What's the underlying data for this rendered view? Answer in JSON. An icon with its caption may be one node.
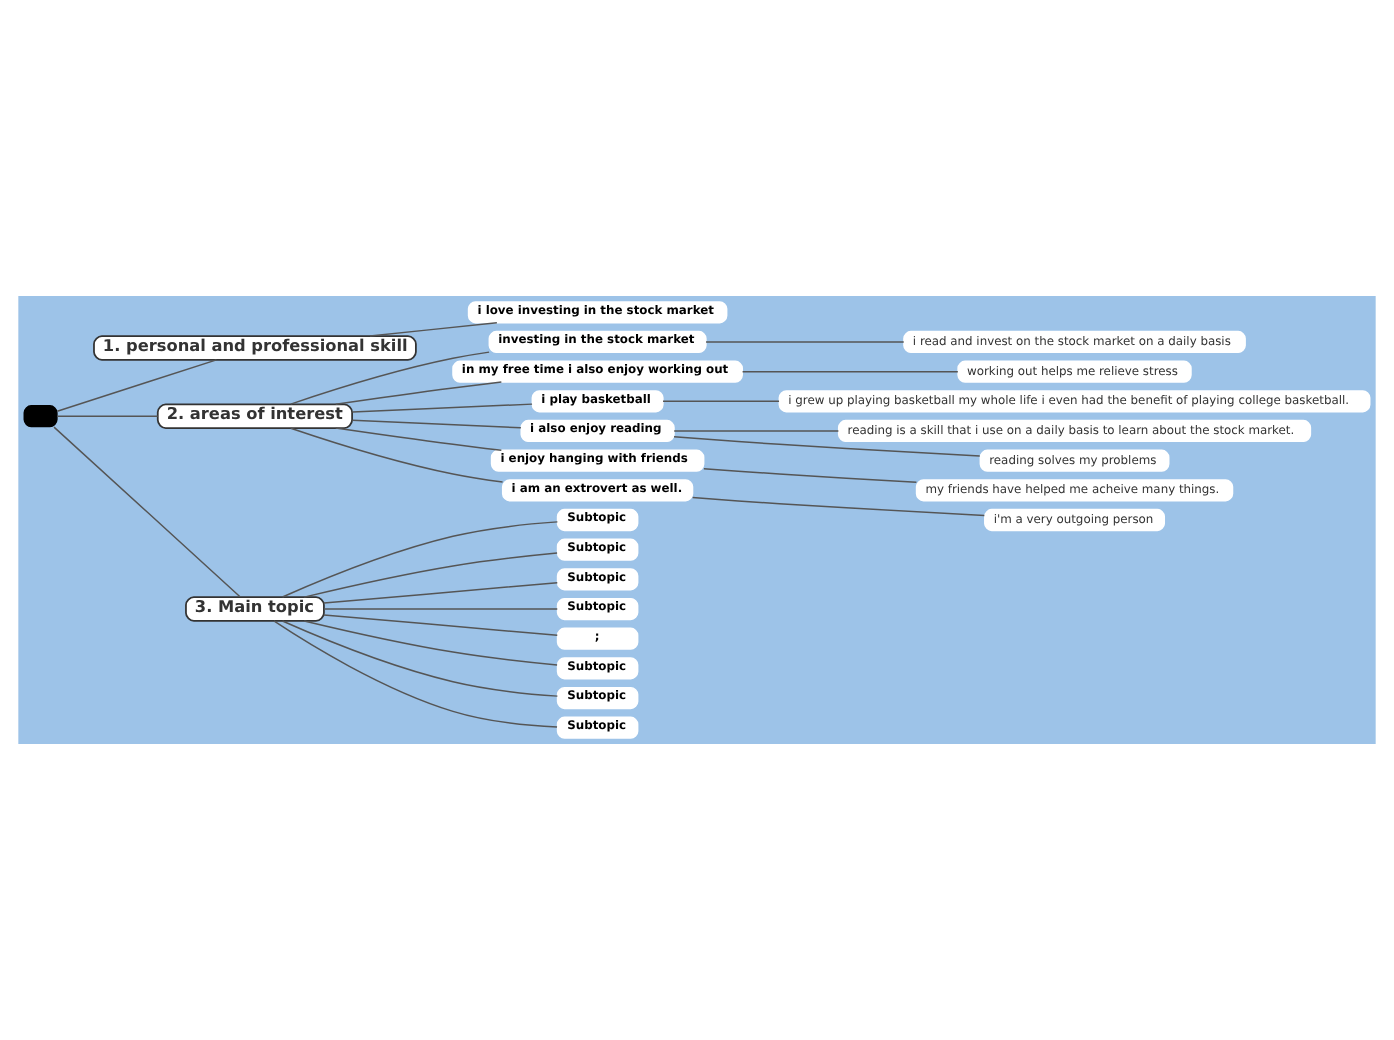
{
  "diagram": {
    "nodes": [
      {
        "text": [],
        "shape": "box"
      },
      {
        "text": [
          "1. personal and professional skill"
        ]
      },
      {
        "text": [
          "i love investing in the stock market"
        ]
      },
      {
        "text": [
          "2. areas of interest"
        ]
      },
      {
        "text": [
          "investing in the stock market"
        ]
      },
      {
        "text": [
          "i read and invest on the stock market on a daily basis"
        ]
      },
      {
        "text": [
          "in my free time i also enjoy working out"
        ]
      },
      {
        "text": [
          "working out helps me relieve stress"
        ]
      },
      {
        "text": [
          "i play basketball"
        ]
      },
      {
        "text": [
          "i grew up playing basketball my whole life i even had the benefit of playing college basketball."
        ]
      },
      {
        "text": [
          "i also enjoy reading"
        ]
      },
      {
        "text": [
          "reading is a skill that i use on a daily basis to learn about the stock market."
        ]
      },
      {
        "text": [
          "reading solves my problems"
        ]
      },
      {
        "text": [
          "i enjoy hanging with friends"
        ]
      },
      {
        "text": [
          "my friends have helped me acheive many things."
        ]
      },
      {
        "text": [
          "i am an extrovert as well."
        ]
      },
      {
        "text": [
          "i'm a very outgoing person"
        ]
      },
      {
        "text": [
          "3. Main topic"
        ]
      },
      {
        "text": [
          "Subtopic"
        ]
      },
      {
        "text": [
          "Subtopic"
        ]
      },
      {
        "text": [
          "Subtopic"
        ]
      },
      {
        "text": [
          "Subtopic"
        ]
      },
      {
        "text": [
          ";"
        ]
      },
      {
        "text": [
          "Subtopic"
        ]
      },
      {
        "text": [
          "Subtopic"
        ]
      },
      {
        "text": [
          "Subtopic"
        ]
      }
    ],
    "edges": [
      {
        "from": 0,
        "to": 1,
        "arrow": "none"
      },
      {
        "from": 1,
        "to": 2,
        "arrow": "none"
      },
      {
        "from": 0,
        "to": 3,
        "arrow": "none"
      },
      {
        "from": 3,
        "to": 4,
        "arrow": "none"
      },
      {
        "from": 4,
        "to": 5,
        "arrow": "none"
      },
      {
        "from": 3,
        "to": 6,
        "arrow": "none"
      },
      {
        "from": 6,
        "to": 7,
        "arrow": "none"
      },
      {
        "from": 3,
        "to": 8,
        "arrow": "none"
      },
      {
        "from": 8,
        "to": 9,
        "arrow": "none"
      },
      {
        "from": 3,
        "to": 10,
        "arrow": "none"
      },
      {
        "from": 10,
        "to": 11,
        "arrow": "none"
      },
      {
        "from": 10,
        "to": 12,
        "arrow": "none"
      },
      {
        "from": 3,
        "to": 13,
        "arrow": "none"
      },
      {
        "from": 13,
        "to": 14,
        "arrow": "none"
      },
      {
        "from": 3,
        "to": 15,
        "arrow": "none"
      },
      {
        "from": 15,
        "to": 16,
        "arrow": "none"
      },
      {
        "from": 0,
        "to": 17,
        "arrow": "none"
      },
      {
        "from": 17,
        "to": 18,
        "arrow": "none"
      },
      {
        "from": 17,
        "to": 19,
        "arrow": "none"
      },
      {
        "from": 17,
        "to": 20,
        "arrow": "none"
      },
      {
        "from": 17,
        "to": 21,
        "arrow": "none"
      },
      {
        "from": 17,
        "to": 22,
        "arrow": "none"
      },
      {
        "from": 17,
        "to": 23,
        "arrow": "none"
      },
      {
        "from": 17,
        "to": 24,
        "arrow": "none"
      },
      {
        "from": 17,
        "to": 25,
        "arrow": "none"
      }
    ]
  }
}
